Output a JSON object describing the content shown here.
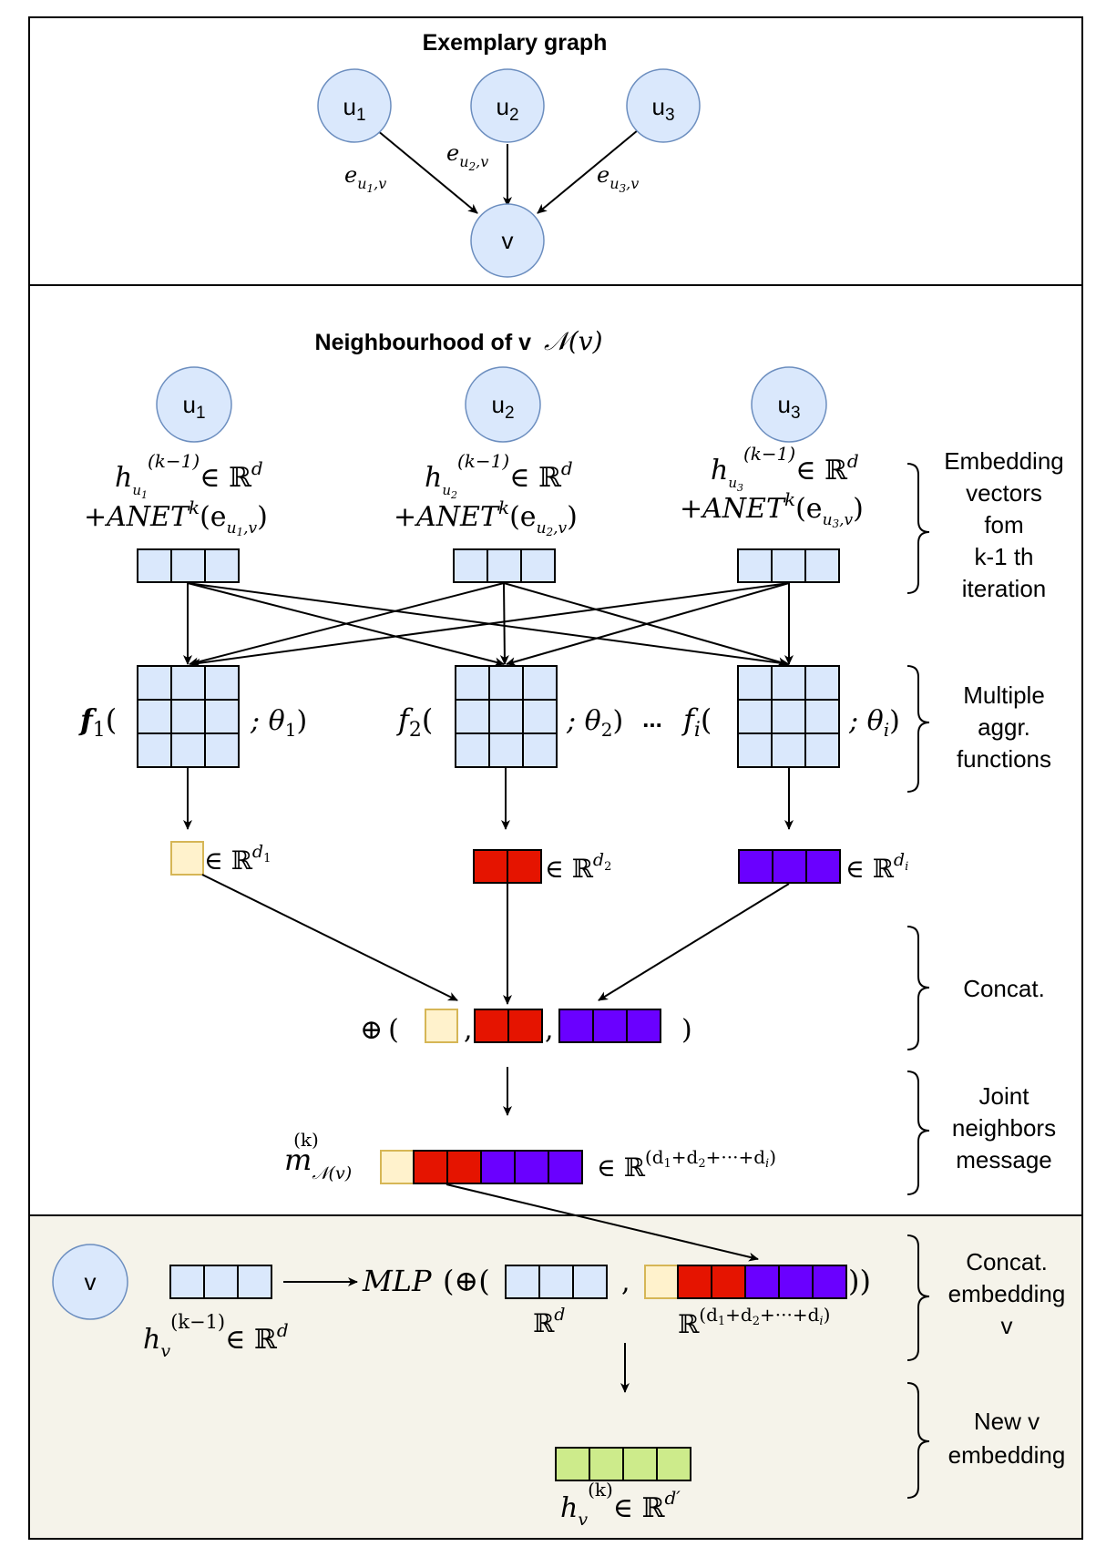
{
  "section_titles": {
    "graph": "Exemplary graph",
    "neighbourhood": "Neighbourhood of v",
    "neighbourhood_math": "𝒩(v)"
  },
  "nodes": {
    "u1": {
      "base": "u",
      "sub": "1"
    },
    "u2": {
      "base": "u",
      "sub": "2"
    },
    "u3": {
      "base": "u",
      "sub": "3"
    },
    "v": "v"
  },
  "edge_labels": {
    "e1": {
      "base": "e",
      "sub": "u",
      "subsub": "1",
      "tail": ",v"
    },
    "e2": {
      "base": "e",
      "sub": "u",
      "subsub": "2",
      "tail": ",v"
    },
    "e3": {
      "base": "e",
      "sub": "u",
      "subsub": "3",
      "tail": ",v"
    }
  },
  "neighbour_formulas": {
    "h": "h",
    "sup": "(k−1)",
    "u": "u",
    "in_rd": "∈ ℝ",
    "d": "d",
    "anet": "+ANET",
    "k": "k",
    "e": "(e",
    "close": ")",
    "items": [
      {
        "idx": "1"
      },
      {
        "idx": "2"
      },
      {
        "idx": "3"
      }
    ]
  },
  "agg_functions": {
    "items": [
      {
        "f": "f",
        "sub": "1",
        "open": "(",
        "theta": "; θ",
        "tsub": "1",
        "close": ")"
      },
      {
        "f": "f",
        "sub": "2",
        "open": "(",
        "theta": "; θ",
        "tsub": "2",
        "close": ")"
      },
      {
        "f": "f",
        "sub": "i",
        "open": "(",
        "theta": "; θ",
        "tsub": "i",
        "close": ")"
      }
    ],
    "ellipsis": "..."
  },
  "agg_outputs": {
    "in_r": "∈ ℝ",
    "d": "d",
    "subs": [
      "1",
      "2",
      "i"
    ]
  },
  "concat": {
    "oplus": "⊕",
    "open": "(",
    "comma": ",",
    "close": ")"
  },
  "message": {
    "m": "m",
    "sup": "(k)",
    "sub": "𝒩(v)",
    "in_r": "∈ ℝ",
    "exp": "(d",
    "exp_full": [
      "1",
      "+d",
      "2",
      "+···+d",
      "i",
      ")"
    ]
  },
  "v_row": {
    "v": "v",
    "h": "h",
    "hsub": "v",
    "hsup": "(k−1)",
    "in_rd": "∈ ℝ",
    "d": "d",
    "mlp": "MLP",
    "oplus_open": "(⊕(",
    "comma": ",",
    "close": "))",
    "rd_label": "ℝ",
    "rd_sup": "d",
    "rsum_label": "ℝ",
    "rsum_sup": "(d",
    "rsum_parts": [
      "1",
      "+d",
      "2",
      "+···+d",
      "i",
      ")"
    ]
  },
  "new_embedding": {
    "h": "h",
    "sub": "v",
    "sup": "(k)",
    "in_r": "∈ ℝ",
    "d": "d′"
  },
  "brace_labels": {
    "embedding": [
      "Embedding",
      "vectors",
      "fom",
      "k-1 th",
      "iteration"
    ],
    "multiple": [
      "Multiple",
      "aggr.",
      "functions"
    ],
    "concat": [
      "Concat."
    ],
    "joint": [
      "Joint",
      "neighbors",
      "message"
    ],
    "concat_embedding": [
      "Concat.",
      "embedding",
      "v"
    ],
    "new_v": [
      "New v",
      "embedding"
    ]
  },
  "colors": {
    "node_fill": "#dae8fc",
    "node_stroke": "#6c8ebf",
    "vector_fill": "#dae8fc",
    "yellow": "#fff2cc",
    "yellow_stroke": "#d6b656",
    "red": "#e51400",
    "purple": "#6a00ff",
    "green": "#cdeb8b",
    "bottom_panel": "#f5f3ea"
  }
}
